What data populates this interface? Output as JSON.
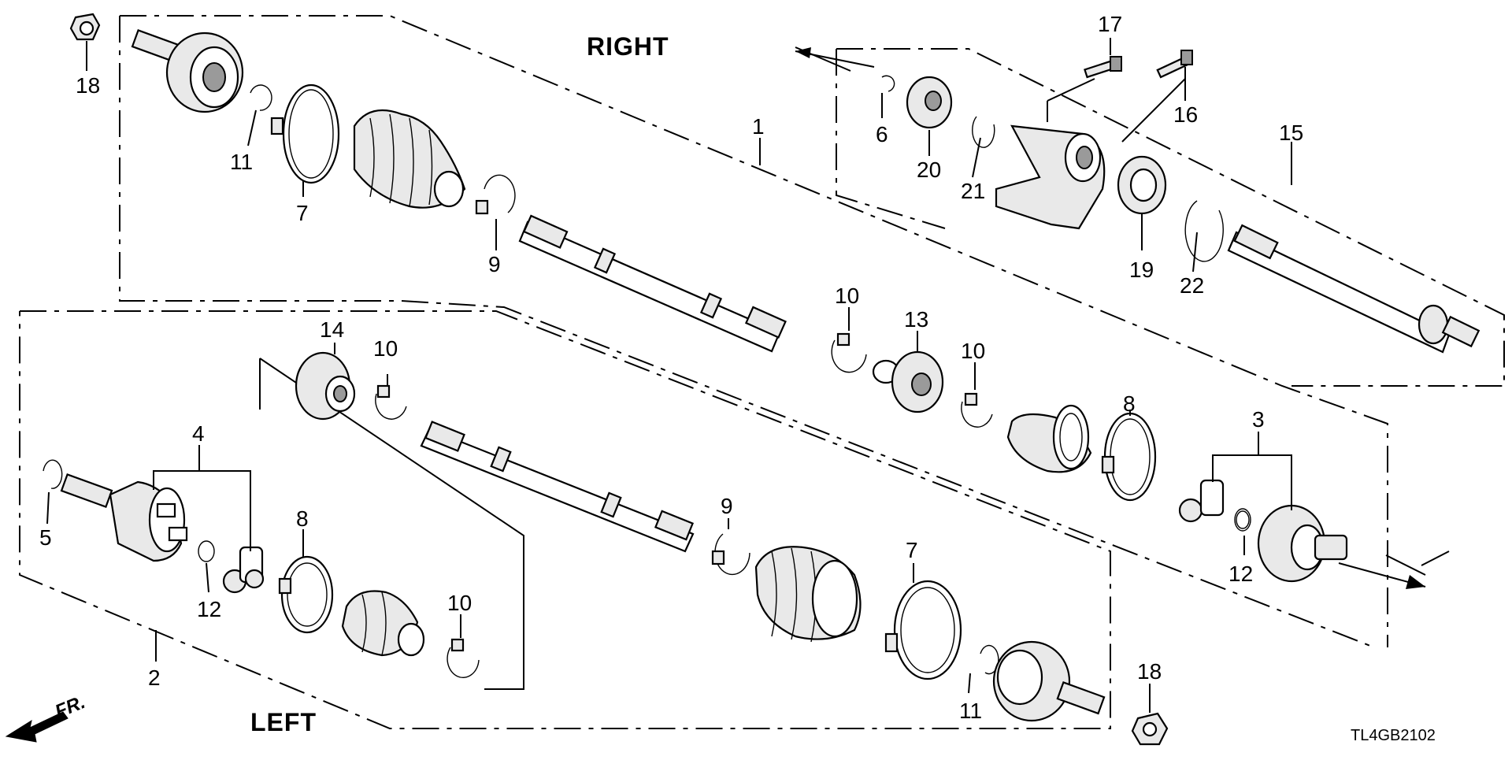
{
  "diagram": {
    "titles": {
      "right": "RIGHT",
      "left": "LEFT"
    },
    "front_indicator": "FR.",
    "diagram_code": "TL4GB2102",
    "callouts": {
      "c1": "1",
      "c2": "2",
      "c3": "3",
      "c4": "4",
      "c5": "5",
      "c6": "6",
      "c7_top": "7",
      "c7_bottom": "7",
      "c8_left": "8",
      "c8_right": "8",
      "c9_top": "9",
      "c9_bottom": "9",
      "c10_a": "10",
      "c10_b": "10",
      "c10_c": "10",
      "c10_d": "10",
      "c11_top": "11",
      "c11_bottom": "11",
      "c12_left": "12",
      "c12_right": "12",
      "c13": "13",
      "c14": "14",
      "c15": "15",
      "c16": "16",
      "c17": "17",
      "c18_top": "18",
      "c18_bottom": "18",
      "c19": "19",
      "c20": "20",
      "c21": "21",
      "c22": "22"
    }
  }
}
